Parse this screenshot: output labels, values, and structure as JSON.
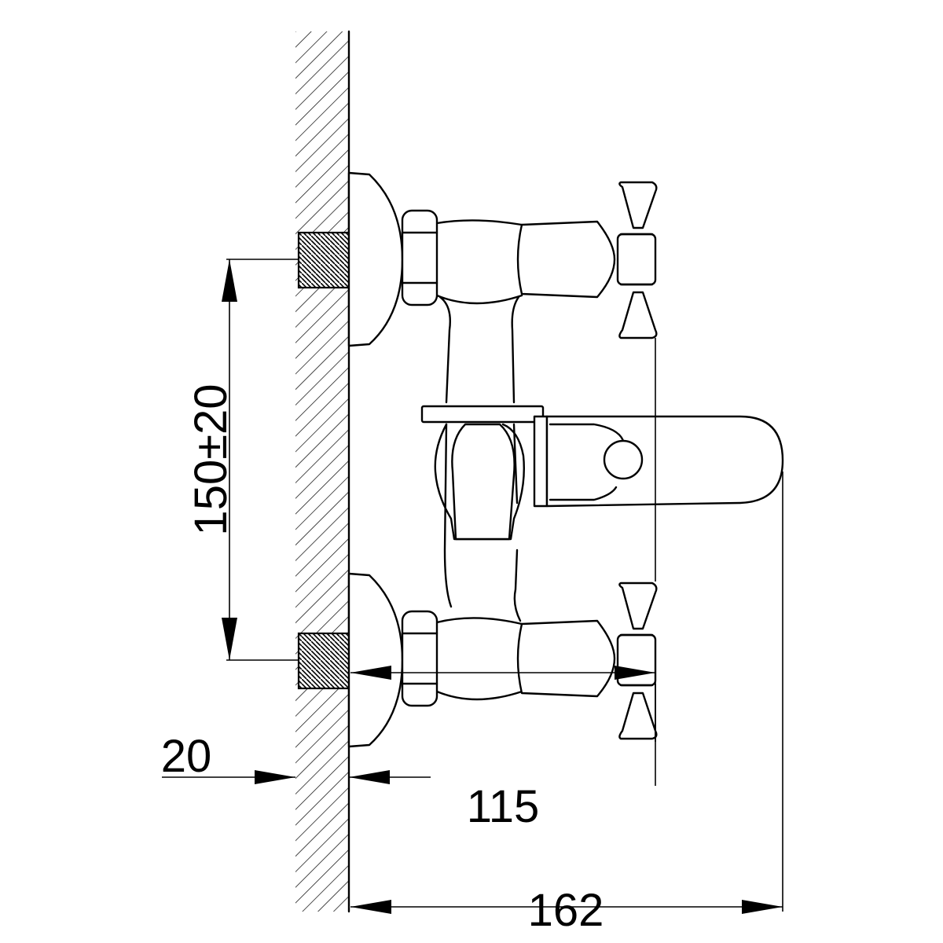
{
  "dimensions": {
    "center_distance": "150±20",
    "wall_offset": "20",
    "handle_projection": "115",
    "total_projection": "162"
  }
}
